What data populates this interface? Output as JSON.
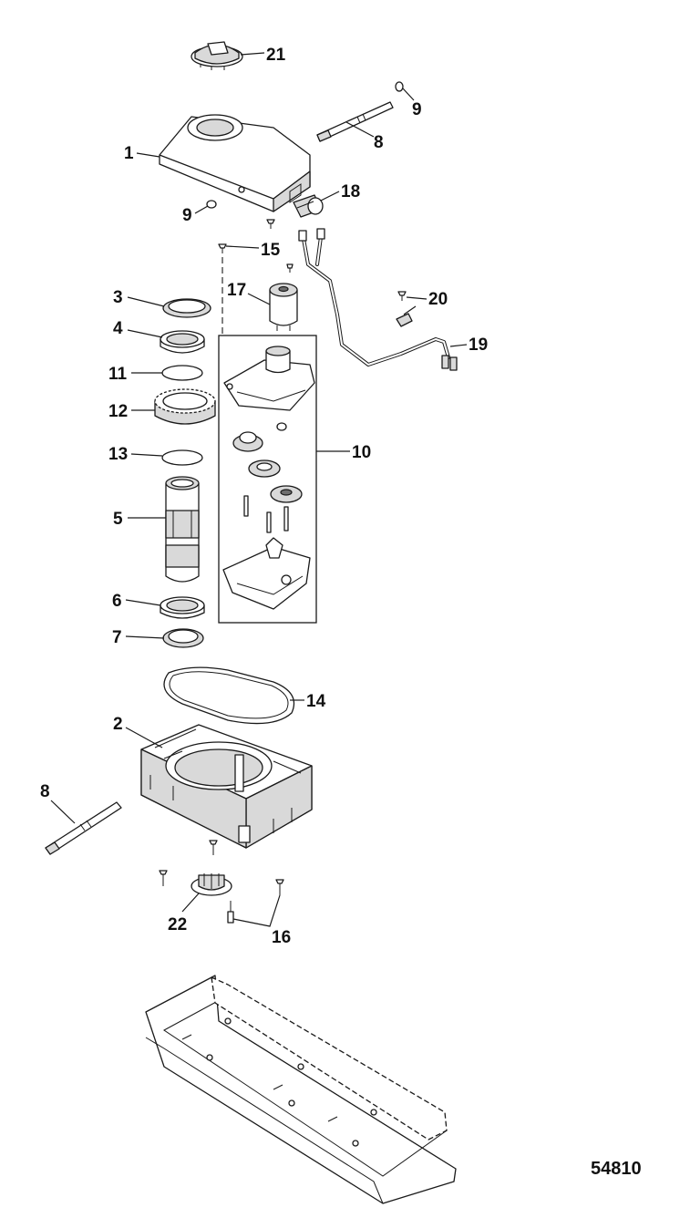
{
  "diagram": {
    "callouts": [
      {
        "id": "c21",
        "label": "21"
      },
      {
        "id": "c9a",
        "label": "9"
      },
      {
        "id": "c1",
        "label": "1"
      },
      {
        "id": "c8a",
        "label": "8"
      },
      {
        "id": "c18",
        "label": "18"
      },
      {
        "id": "c9b",
        "label": "9"
      },
      {
        "id": "c15",
        "label": "15"
      },
      {
        "id": "c17",
        "label": "17"
      },
      {
        "id": "c3",
        "label": "3"
      },
      {
        "id": "c20",
        "label": "20"
      },
      {
        "id": "c4",
        "label": "4"
      },
      {
        "id": "c19",
        "label": "19"
      },
      {
        "id": "c11",
        "label": "11"
      },
      {
        "id": "c12",
        "label": "12"
      },
      {
        "id": "c10",
        "label": "10"
      },
      {
        "id": "c13",
        "label": "13"
      },
      {
        "id": "c5",
        "label": "5"
      },
      {
        "id": "c6",
        "label": "6"
      },
      {
        "id": "c7",
        "label": "7"
      },
      {
        "id": "c14",
        "label": "14"
      },
      {
        "id": "c2",
        "label": "2"
      },
      {
        "id": "c8b",
        "label": "8"
      },
      {
        "id": "c22",
        "label": "22"
      },
      {
        "id": "c16",
        "label": "16"
      }
    ],
    "figure_number": "54810"
  }
}
